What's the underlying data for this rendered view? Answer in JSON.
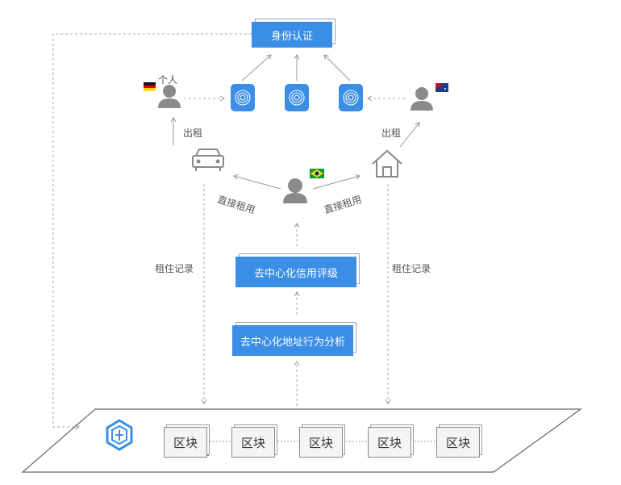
{
  "identity_box": "身份认证",
  "credit_box": "去中心化信用评级",
  "analysis_box": "去中心化地址行为分析",
  "person_label": "个人",
  "rent_out_left": "出租",
  "rent_out_right": "出租",
  "direct_rent_left": "直接租用",
  "direct_rent_right": "直接租用",
  "record_left": "租住记录",
  "record_right": "租住记录",
  "blocks": [
    "区块",
    "区块",
    "区块",
    "区块",
    "区块"
  ],
  "colors": {
    "accent": "#3a8ee6",
    "icon_gray": "#8a8a8a",
    "line": "#aaaaaa"
  },
  "icons": [
    "user-icon",
    "fingerprint-icon",
    "car-icon",
    "house-icon",
    "flag-germany",
    "flag-australia",
    "flag-brazil",
    "chain-logo-icon"
  ]
}
